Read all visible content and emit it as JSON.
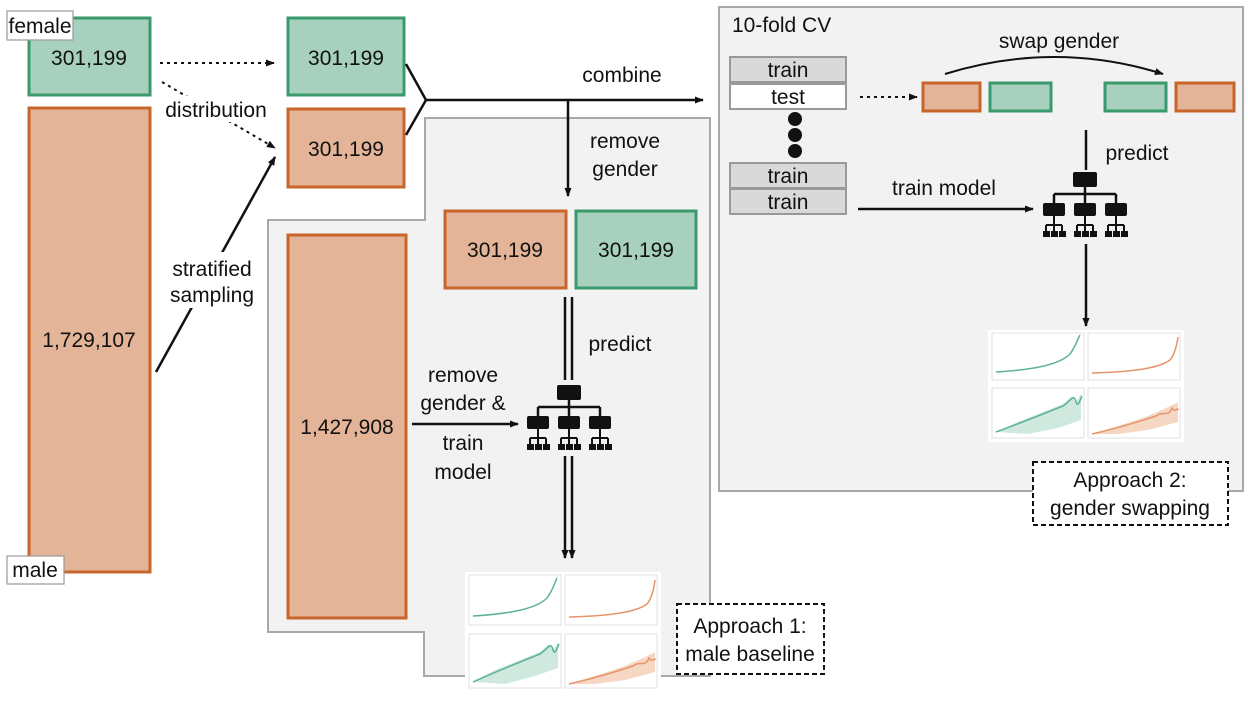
{
  "labels": {
    "female": "female",
    "male": "male",
    "distribution": "distribution",
    "stratified_sampling": [
      "stratified",
      "sampling"
    ],
    "combine": "combine",
    "remove_gender": [
      "remove",
      "gender"
    ],
    "predict": "predict",
    "remove_gender_train_model": [
      "remove",
      "gender &",
      "train",
      "model"
    ],
    "approach1": [
      "Approach 1:",
      "male baseline"
    ],
    "approach2": [
      "Approach 2:",
      "gender swapping"
    ],
    "cv_title": "10-fold CV",
    "swap_gender": "swap gender",
    "train_model": "train model",
    "train": "train",
    "test": "test"
  },
  "counts": {
    "female_total": "301,199",
    "male_total": "1,729,107",
    "female_sample": "301,199",
    "male_sample": "301,199",
    "male_rest": "1,427,908",
    "gender_removed_male": "301,199",
    "gender_removed_female": "301,199"
  },
  "colors": {
    "female_fill": "#a7d1be",
    "female_stroke": "#3a9a6e",
    "male_fill": "#e3b497",
    "male_stroke": "#c8652a",
    "panel_fill": "#f2f2f2",
    "panel_stroke": "#a8a8a8"
  },
  "icons": {
    "model": "decision-tree-icon",
    "plots": "result-plots-thumbnail"
  }
}
